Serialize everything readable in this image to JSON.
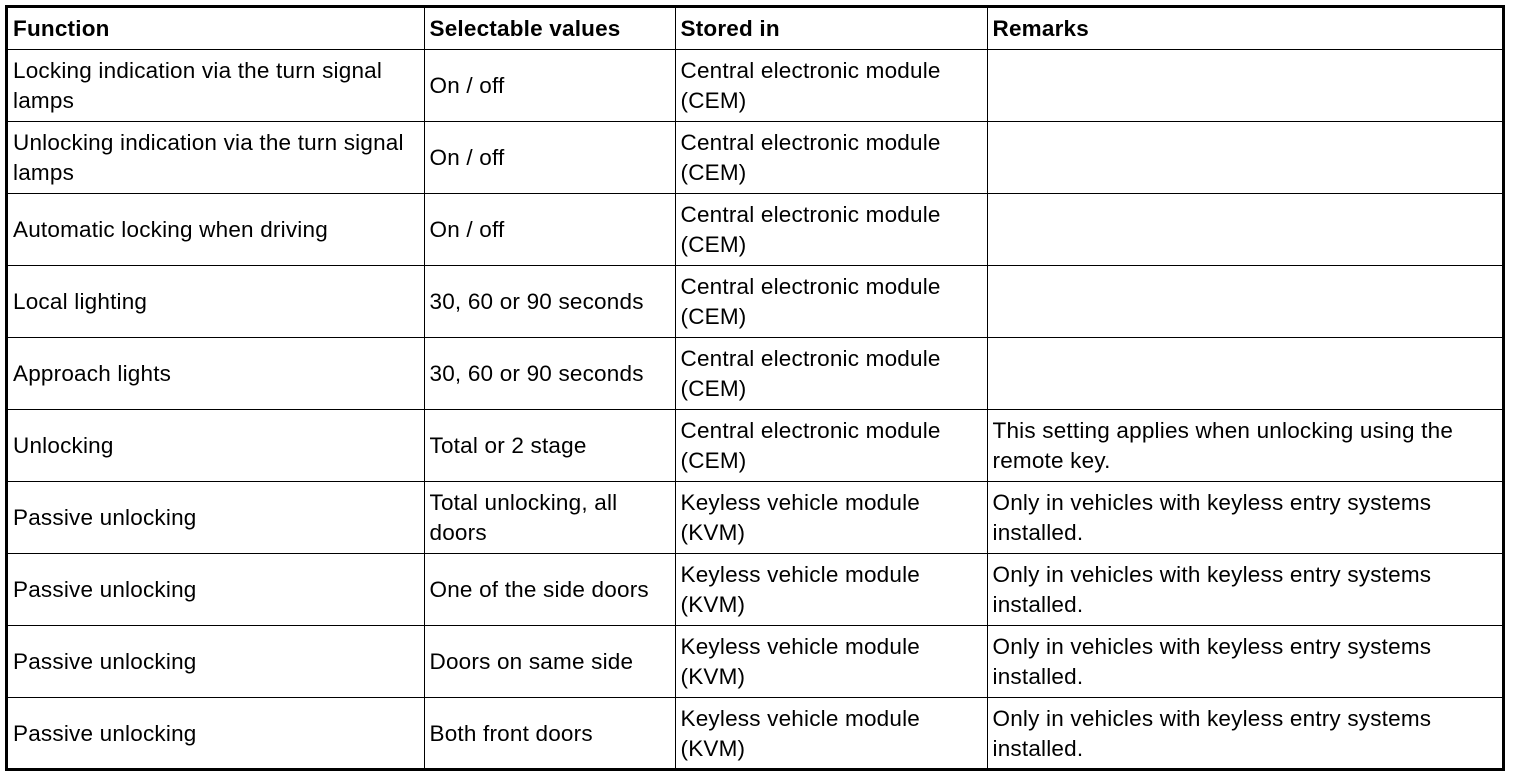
{
  "table": {
    "headers": [
      "Function",
      "Selectable values",
      "Stored in",
      "Remarks"
    ],
    "rows": [
      [
        "Locking indication via the turn signal lamps",
        "On / off",
        "Central electronic module (CEM)",
        ""
      ],
      [
        "Unlocking indication via the turn signal lamps",
        "On / off",
        "Central electronic module (CEM)",
        ""
      ],
      [
        "Automatic locking when driving",
        "On / off",
        "Central electronic module (CEM)",
        ""
      ],
      [
        "Local lighting",
        "30, 60 or 90 seconds",
        "Central electronic module (CEM)",
        ""
      ],
      [
        "Approach lights",
        "30, 60 or 90 seconds",
        "Central electronic module (CEM)",
        ""
      ],
      [
        "Unlocking",
        "Total or 2 stage",
        "Central electronic module (CEM)",
        "This setting applies when unlocking using the remote key."
      ],
      [
        "Passive unlocking",
        "Total unlocking, all doors",
        "Keyless vehicle module (KVM)",
        "Only in vehicles with keyless entry systems installed."
      ],
      [
        "Passive unlocking",
        "One of the side doors",
        "Keyless vehicle module (KVM)",
        "Only in vehicles with keyless entry systems installed."
      ],
      [
        "Passive unlocking",
        "Doors on same side",
        "Keyless vehicle module (KVM)",
        "Only in vehicles with keyless entry systems installed."
      ],
      [
        "Passive unlocking",
        "Both front doors",
        "Keyless vehicle module (KVM)",
        "Only in vehicles with keyless entry systems installed."
      ]
    ]
  }
}
